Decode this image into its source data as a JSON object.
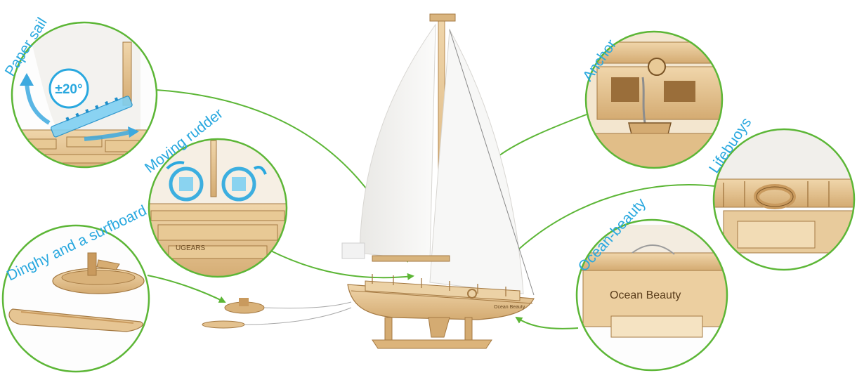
{
  "callouts": {
    "paper_sail": "Paper sail",
    "moving_rudder": "Moving rudder",
    "dinghy": "Dinghy and a surfboard",
    "anchor": "Anchor",
    "lifebuoys": "Lifebuoys",
    "ocean_beauty": "Ocean-beauty"
  },
  "badges": {
    "sail_angle": "±20°"
  },
  "engravings": {
    "hull_name": "Ocean Beauty",
    "stern_brand": "UGEARS"
  },
  "colors": {
    "accent_green": "#5cb636",
    "label_blue": "#29a8df",
    "wood": "#e6c593",
    "wood_dark": "#b78a4f",
    "sail": "#f4f3f1"
  }
}
